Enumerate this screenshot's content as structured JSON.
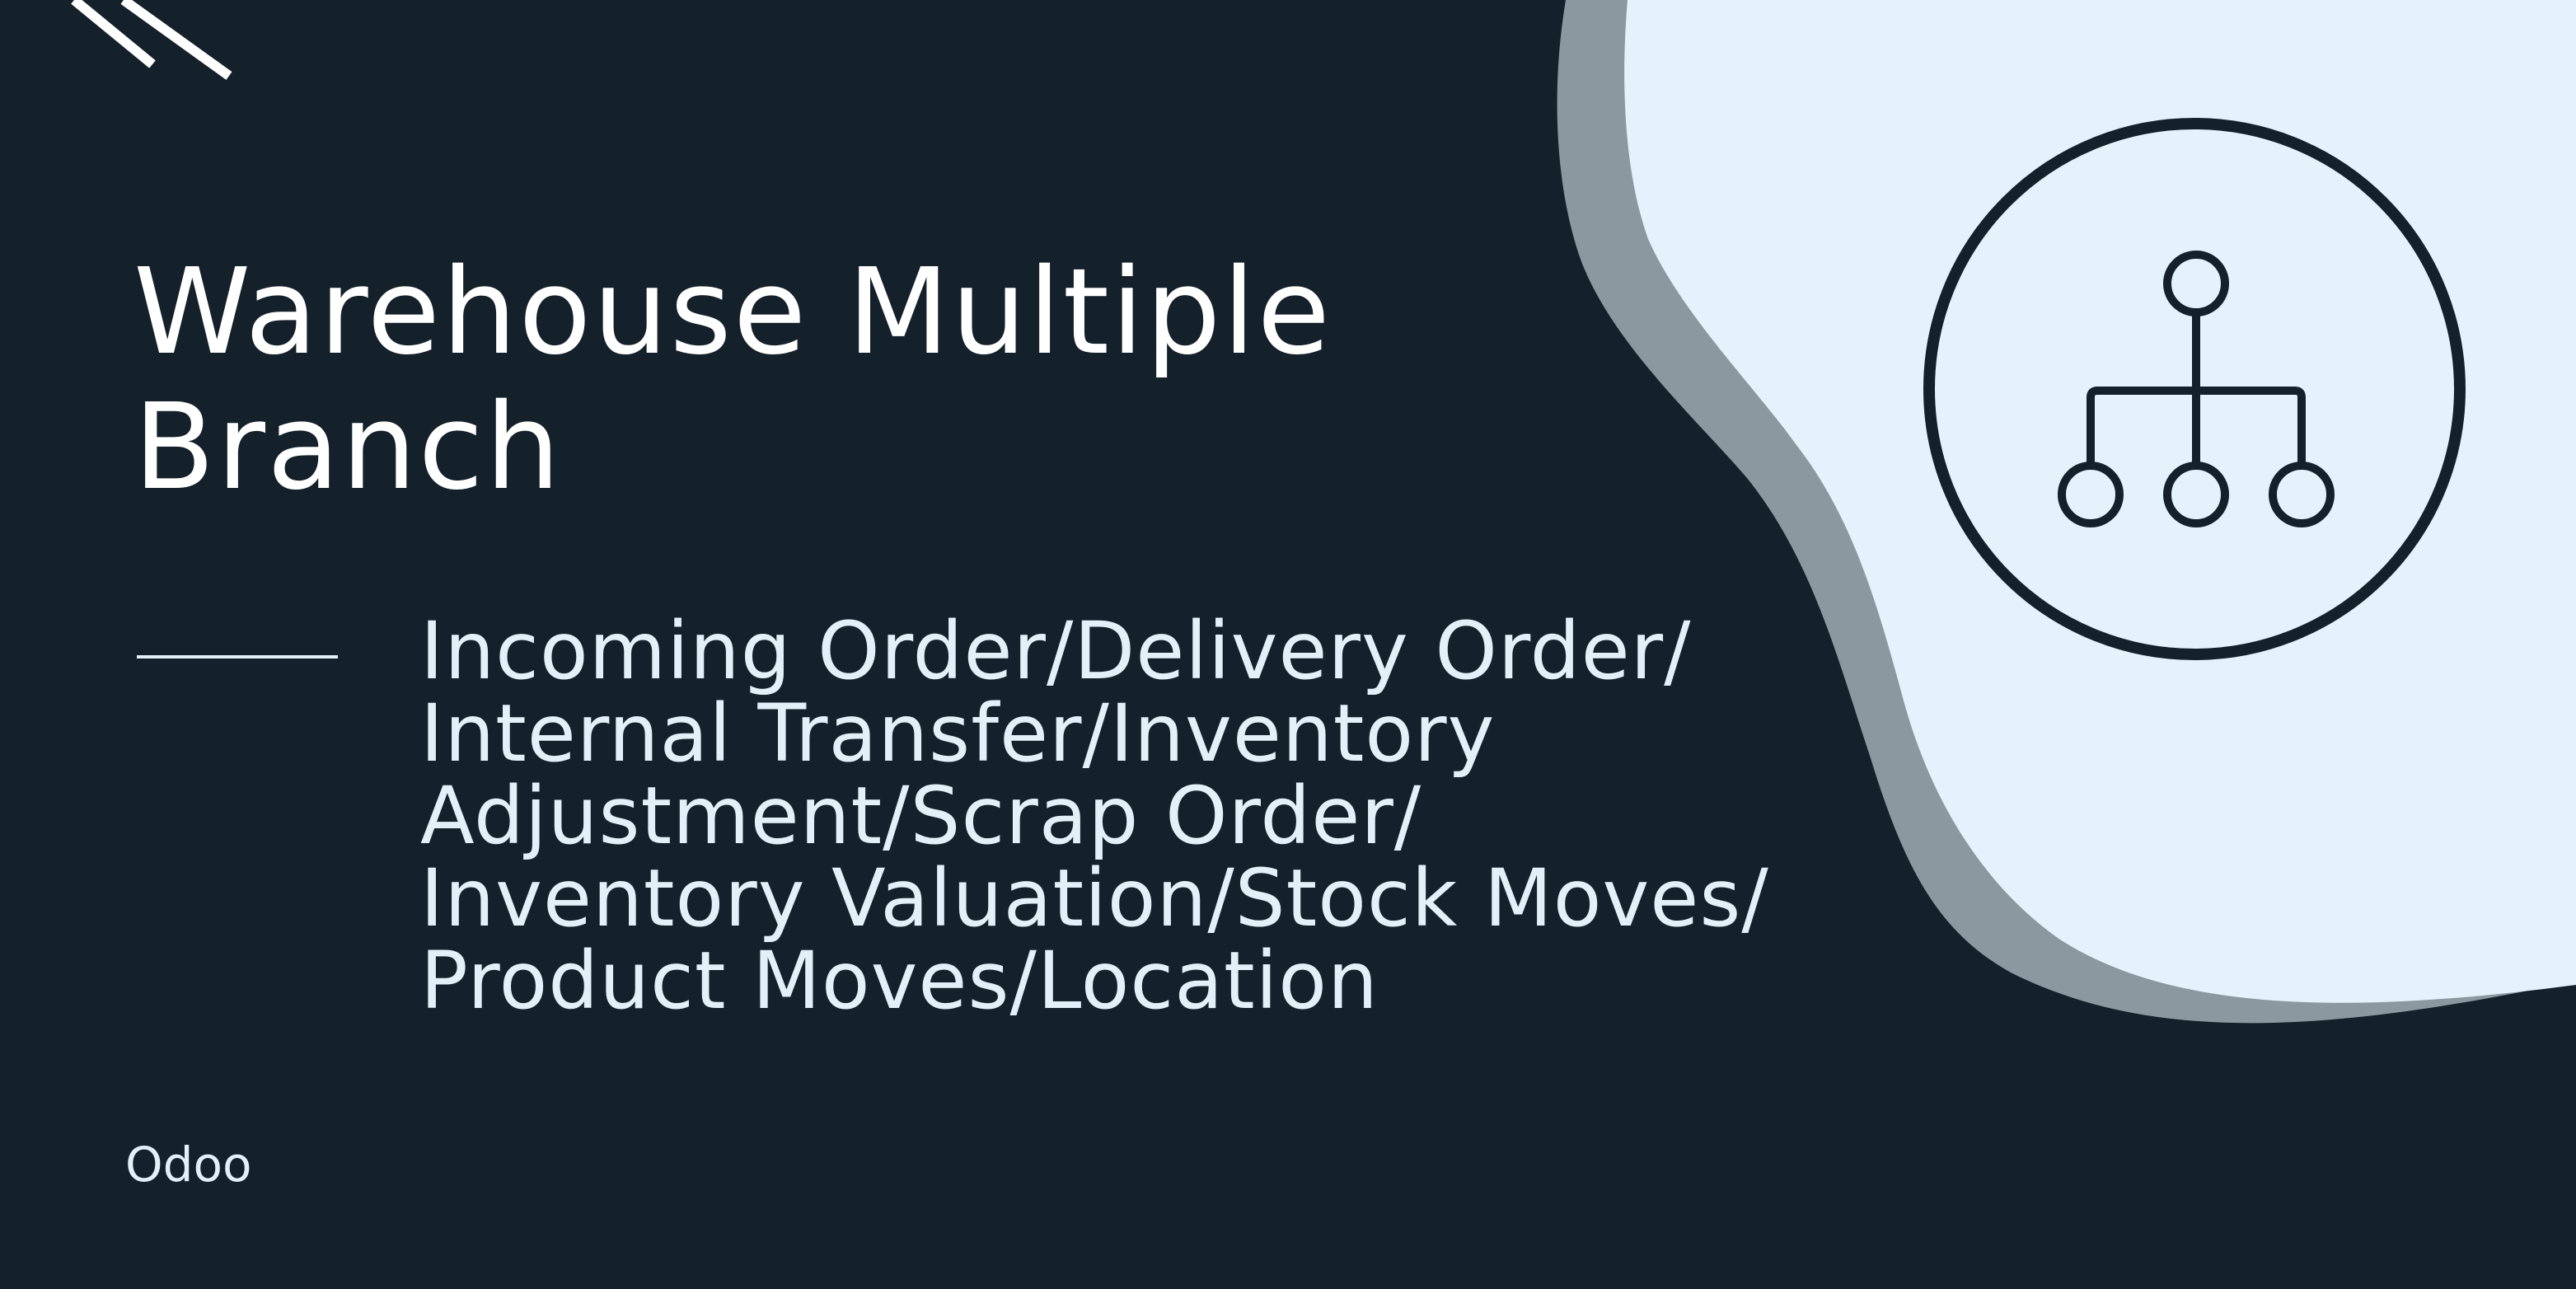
{
  "banner": {
    "title_lines": [
      "Warehouse Multiple",
      "Branch"
    ],
    "modules_lines": [
      "Incoming Order/Delivery Order/",
      "Internal Transfer/Inventory",
      "Adjustment/Scrap Order/",
      "Inventory Valuation/Stock Moves/",
      "Product Moves/Location"
    ],
    "brand": "Odoo",
    "icon": "org-hierarchy-icon"
  },
  "colors": {
    "background": "#14202a",
    "accent_panel": "#e4f3fb",
    "panel_shadow": "#8c989f",
    "text": "#ffffff",
    "subtext": "#e4f0f8"
  }
}
